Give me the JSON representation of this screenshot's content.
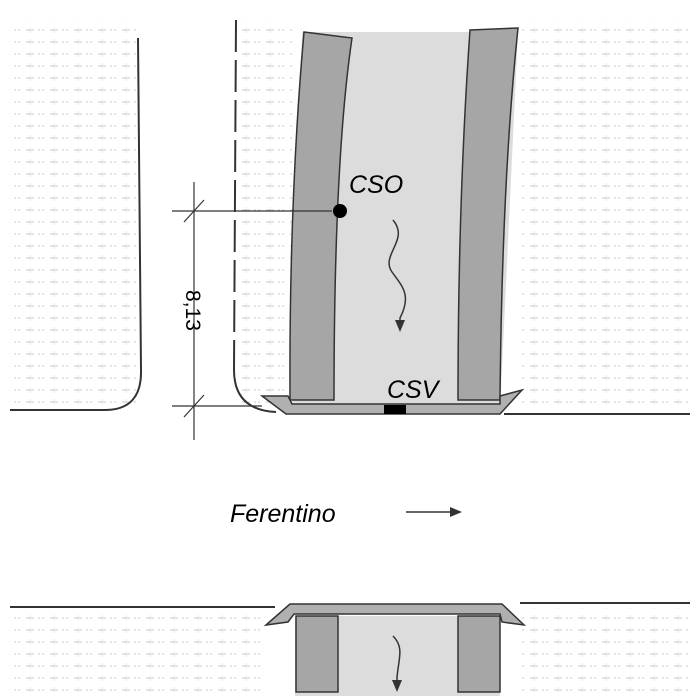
{
  "labels": {
    "cso": "CSO",
    "csv": "CSV",
    "dimension": "8,13",
    "direction": "Ferentino"
  },
  "icons": {
    "flow": "wavy-arrow-icon",
    "direction": "arrow-right-icon",
    "point": "dot-icon",
    "marker": "rectangle-marker-icon"
  },
  "colors": {
    "road": "#dcdcdc",
    "curb": "#a6a6a6",
    "cap": "#b0b0b0",
    "line": "#333333",
    "hatch": "#c8c8c8"
  }
}
